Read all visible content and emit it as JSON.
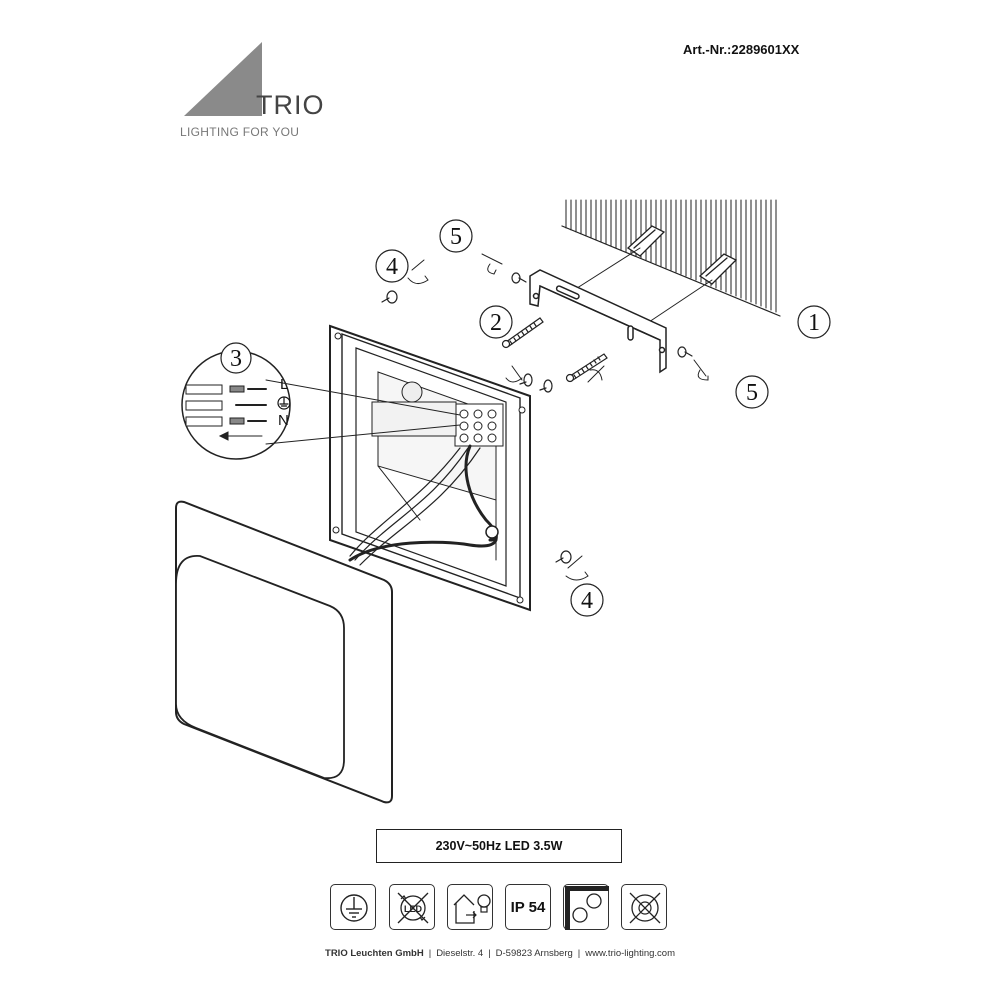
{
  "brand": {
    "name": "TRIO",
    "tagline": "LIGHTING FOR YOU"
  },
  "article_number": "Art.-Nr.:2289601XX",
  "steps": {
    "step1": "1",
    "step2": "2",
    "step3": "3",
    "step4a": "4",
    "step4b": "4",
    "step5a": "5",
    "step5b": "5"
  },
  "wiring": {
    "live": "L",
    "neutral": "N",
    "earth_icon": "earth-icon"
  },
  "spec": "230V~50Hz LED 3.5W",
  "symbols": [
    {
      "icon": "protection-class-earth-icon"
    },
    {
      "icon": "led-not-replaceable-icon"
    },
    {
      "icon": "indoor-outdoor-icon"
    },
    {
      "icon": "ip-rating-icon",
      "label": "IP 54"
    },
    {
      "icon": "wall-ceiling-mount-icon"
    },
    {
      "icon": "not-dimmable-icon"
    }
  ],
  "footer": {
    "company": "TRIO Leuchten GmbH",
    "street": "Dieselstr. 4",
    "city": "D-59823 Arnsberg",
    "website": "www.trio-lighting.com"
  },
  "colors": {
    "logo_grey": "#8a8a8a",
    "line": "#222222"
  }
}
